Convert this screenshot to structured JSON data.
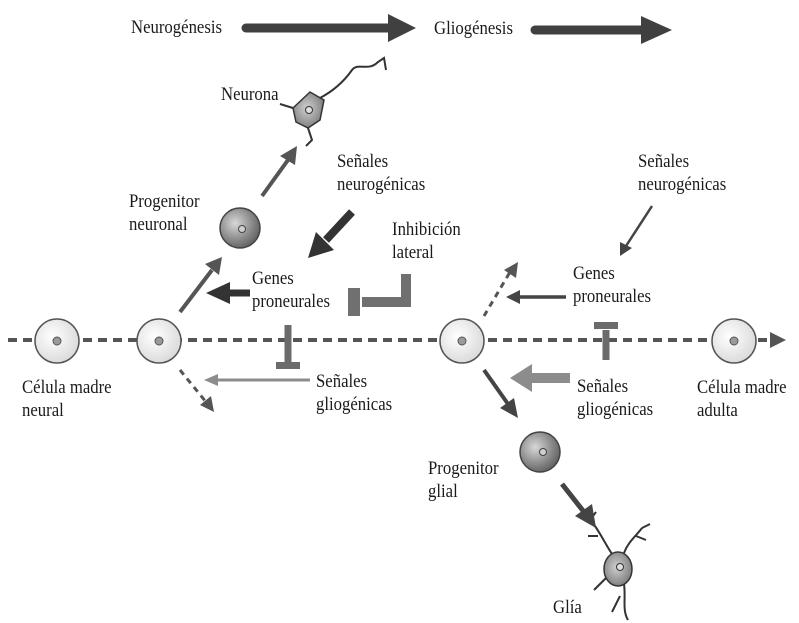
{
  "header": {
    "neurogenesis": "Neurogénesis",
    "gliogenesis": "Gliogénesis"
  },
  "labels": {
    "neuron": "Neurona",
    "neuronal_progenitor": [
      "Progenitor",
      "neuronal"
    ],
    "neural_stem_cell": [
      "Célula madre",
      "neural"
    ],
    "neurogenic_signals_left": [
      "Señales",
      "neurogénicas"
    ],
    "proneural_genes_left": [
      "Genes",
      "proneurales"
    ],
    "lateral_inhibition": [
      "Inhibición",
      "lateral"
    ],
    "gliogenic_signals_left": [
      "Señales",
      "gliogénicas"
    ],
    "neurogenic_signals_right": [
      "Señales",
      "neurogénicas"
    ],
    "proneural_genes_right": [
      "Genes",
      "proneurales"
    ],
    "gliogenic_signals_right": [
      "Señales",
      "gliogénicas"
    ],
    "adult_stem_cell": [
      "Célula madre",
      "adulta"
    ],
    "glial_progenitor": [
      "Progenitor",
      "glial"
    ],
    "glia": "Glía"
  },
  "colors": {
    "dark_arrow": "#404040",
    "mid_arrow": "#6b6b6b",
    "light_arrow": "#8c8c8c",
    "cell_fill": "#f0f0f0",
    "progenitor_fill": "#9a9a9a",
    "neuron_fill": "#a8a8a8"
  }
}
